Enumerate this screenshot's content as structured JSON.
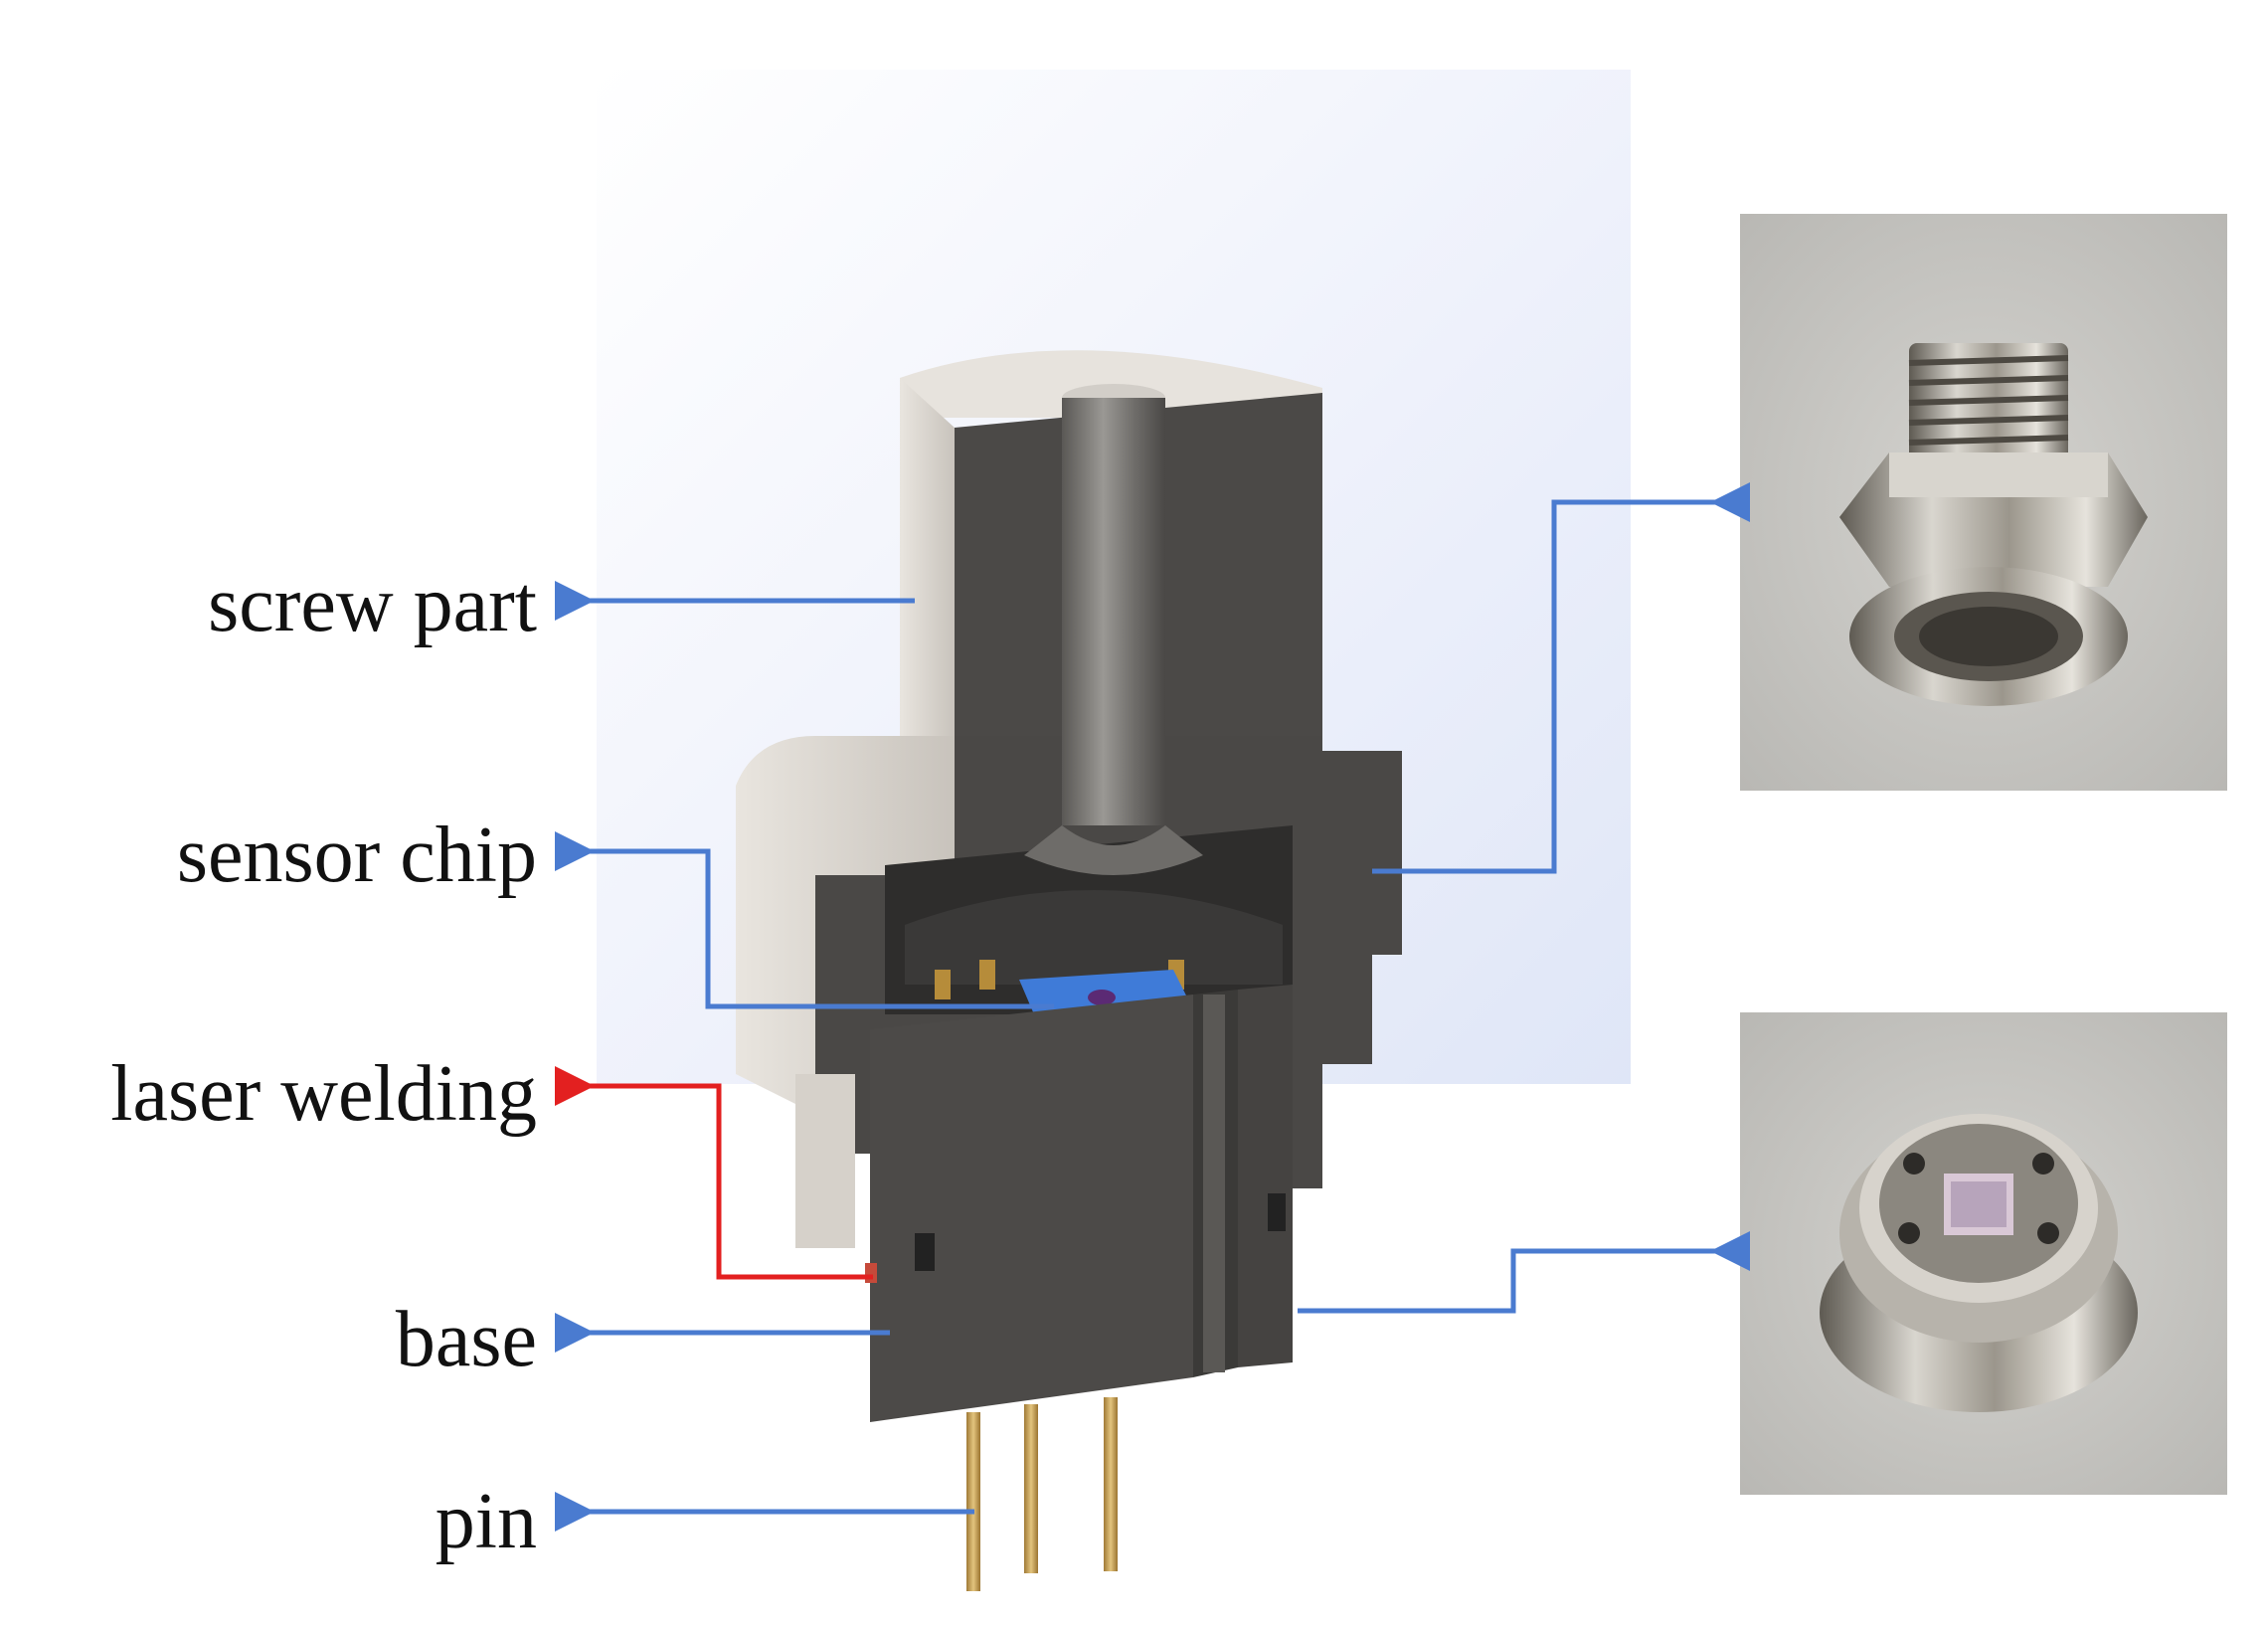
{
  "labels": {
    "screw_part": "screw part",
    "sensor_chip": "sensor chip",
    "laser_welding": "laser welding",
    "base": "base",
    "pin": "pin"
  },
  "colors": {
    "arrow_blue": "#4a7bd0",
    "arrow_red": "#e32020",
    "body_dark": "#4a4846",
    "body_light": "#dcd8d2",
    "photo_bg": "#c9c8c4",
    "pin_gold": "#c9a35a"
  },
  "photos": [
    {
      "name": "assembled-sensor-side-photo",
      "subject": "hex-nut-threaded-fitting"
    },
    {
      "name": "sensor-top-view-photo",
      "subject": "chip-with-pins-top"
    }
  ]
}
